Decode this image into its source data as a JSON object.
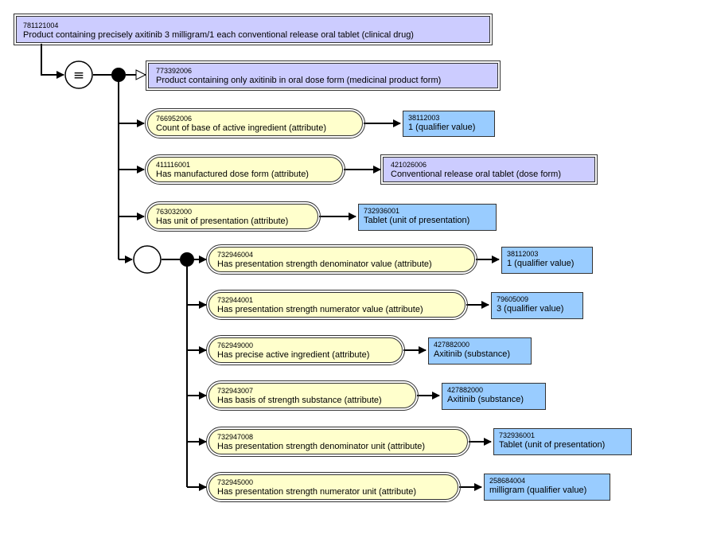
{
  "focus": {
    "id": "781121004",
    "label": "Product containing precisely axitinib 3 milligram/1 each conventional release oral tablet (clinical drug)"
  },
  "definition_status_symbol": "≡",
  "parent": {
    "id": "773392006",
    "label": "Product containing only axitinib in oral dose form (medicinal product form)"
  },
  "ungrouped_attributes": [
    {
      "attribute": {
        "id": "766952006",
        "label": "Count of base of active ingredient (attribute)"
      },
      "value": {
        "id": "38112003",
        "label": "1 (qualifier value)"
      }
    },
    {
      "attribute": {
        "id": "411116001",
        "label": "Has manufactured dose form (attribute)"
      },
      "value": {
        "id": "421026006",
        "label": "Conventional release oral tablet (dose form)"
      }
    },
    {
      "attribute": {
        "id": "763032000",
        "label": "Has unit of presentation (attribute)"
      },
      "value": {
        "id": "732936001",
        "label": "Tablet (unit of presentation)"
      }
    }
  ],
  "group_attributes": [
    {
      "attribute": {
        "id": "732946004",
        "label": "Has presentation strength denominator value (attribute)"
      },
      "value": {
        "id": "38112003",
        "label": "1 (qualifier value)"
      }
    },
    {
      "attribute": {
        "id": "732944001",
        "label": "Has presentation strength numerator value (attribute)"
      },
      "value": {
        "id": "79605009",
        "label": "3 (qualifier value)"
      }
    },
    {
      "attribute": {
        "id": "762949000",
        "label": "Has precise active ingredient (attribute)"
      },
      "value": {
        "id": "427882000",
        "label": "Axitinib (substance)"
      }
    },
    {
      "attribute": {
        "id": "732943007",
        "label": "Has basis of strength substance (attribute)"
      },
      "value": {
        "id": "427882000",
        "label": "Axitinib (substance)"
      }
    },
    {
      "attribute": {
        "id": "732947008",
        "label": "Has presentation strength denominator unit (attribute)"
      },
      "value": {
        "id": "732936001",
        "label": "Tablet (unit of presentation)"
      }
    },
    {
      "attribute": {
        "id": "732945000",
        "label": "Has presentation strength numerator unit (attribute)"
      },
      "value": {
        "id": "258684004",
        "label": "milligram (qualifier value)"
      }
    }
  ],
  "colors": {
    "defined_concept": "#ccccff",
    "attribute": "#ffffcc",
    "primitive_value": "#99ccff",
    "line": "#000000"
  }
}
